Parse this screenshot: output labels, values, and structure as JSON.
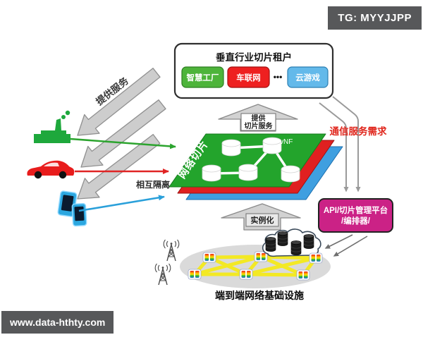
{
  "watermarks": {
    "telegram": "TG: MYYJJPP",
    "website": "www.data-hthty.com"
  },
  "tenant_panel": {
    "title": "垂直行业切片租户",
    "tenants": [
      {
        "label": "智慧工厂",
        "color": "#4db43a"
      },
      {
        "label": "车联网",
        "color": "#ee2020"
      },
      {
        "label": "云游戏",
        "color": "#63b9ea"
      }
    ],
    "ellipsis": "•••"
  },
  "arrows": {
    "provide_service": "提供服务",
    "provide_slice_line1": "提供",
    "provide_slice_line2": "切片服务",
    "instantiation": "实例化",
    "comm_service_demand": "通信服务需求"
  },
  "slices": {
    "label": "网络切片",
    "vnf": "vNF",
    "isolation": "相互隔离",
    "layer_colors": [
      "#23a42c",
      "#e02020",
      "#3f9fe0"
    ]
  },
  "orchestrator": {
    "line1": "API/切片管理平台",
    "line2": "/编排器/",
    "color": "#cb2286"
  },
  "infrastructure": {
    "label": "端到端网络基础设施",
    "link_color": "#f4ea1a"
  }
}
